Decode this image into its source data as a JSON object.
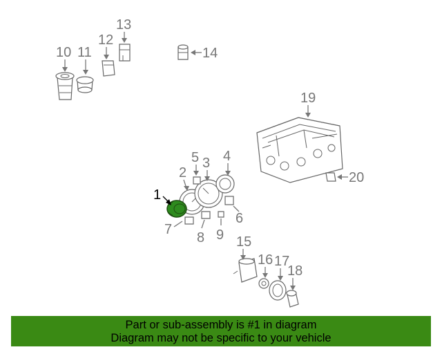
{
  "callouts": {
    "c1": "1",
    "c2": "2",
    "c3": "3",
    "c4": "4",
    "c5": "5",
    "c6": "6",
    "c7": "7",
    "c8": "8",
    "c9": "9",
    "c10": "10",
    "c11": "11",
    "c12": "12",
    "c13": "13",
    "c14": "14",
    "c15": "15",
    "c16": "16",
    "c17": "17",
    "c18": "18",
    "c19": "19",
    "c20": "20"
  },
  "highlight_color": "#2e8b1e",
  "banner": {
    "line1": "Part or sub-assembly is #1 in diagram",
    "line2": "Diagram may not be specific to your vehicle",
    "background": "#3a8a14"
  }
}
